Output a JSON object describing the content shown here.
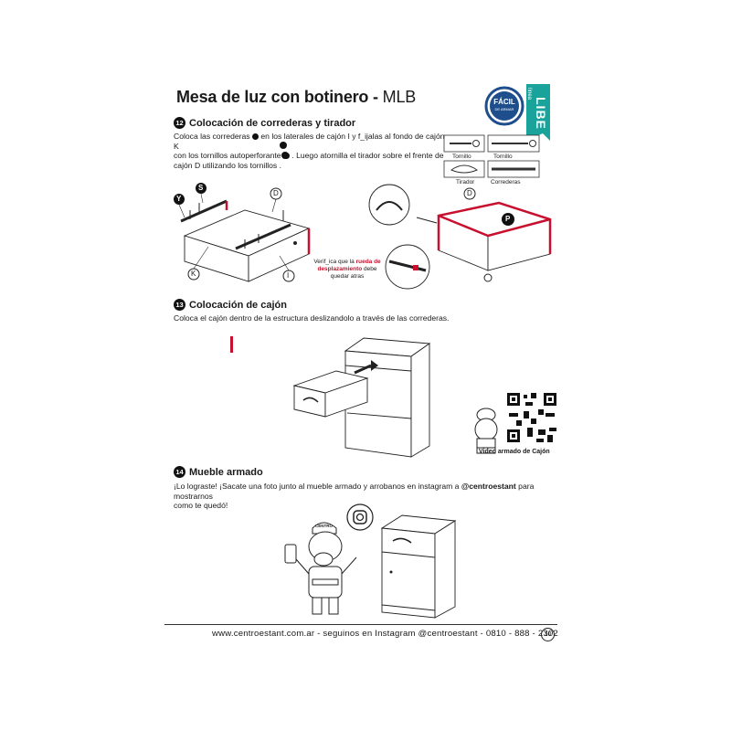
{
  "header": {
    "title": "Mesa de luz con botinero",
    "separator": "-",
    "model": "MLB"
  },
  "badge": {
    "line1": "FÁCIL",
    "line2": "DE ARMAR",
    "tab_small": "línea",
    "tab_big": "LIBE"
  },
  "step12": {
    "number": "12",
    "title": "Colocación de correderas y tirador",
    "line1": "Coloca las correderas",
    "line1b": "en los laterales de cajón",
    "line1c": "I",
    "line1d": "y f_ijalas al fondo de cajón",
    "line2": "K",
    "line3": "con los tornillos autoperforante",
    "line3b": ". Luego atornilla el tirador sobre el frente de",
    "line4": "cajón",
    "line4b": "D",
    "line4c": "utilizando los tornillos",
    "line4d": ".",
    "parts": {
      "tornillo1": "Tornillo",
      "tornillo2": "Tornillo",
      "tirador": "Tirador",
      "correderas": "Correderas"
    },
    "labels": {
      "Y": "Y",
      "S": "S",
      "D": "D",
      "K": "K",
      "I": "I",
      "P": "P",
      "D2": "D"
    },
    "note_a": "Verif_ica que la",
    "note_red": "rueda de desplazamiento",
    "note_b": "debe quedar atras"
  },
  "step13": {
    "number": "13",
    "title": "Colocación de cajón",
    "text": "Coloca el cajón dentro de la estructura deslizandolo a través de las correderas.",
    "qr_caption": "Video armado de Cajón"
  },
  "step14": {
    "number": "14",
    "title": "Mueble armado",
    "text_a": "¡Lo lograste! ¡Sacate una foto junto al mueble armado y arrobanos en instagram a",
    "handle": "@centroestant",
    "text_b": "para mostrarnos",
    "text_c": "como te quedó!",
    "cap_text": "CENTRO"
  },
  "footer": {
    "text": "www.centroestant.com.ar  -  seguinos en Instagram @centroestant  -  0810 - 888 - 2302",
    "page": "10"
  },
  "colors": {
    "accent_teal": "#1aa39a",
    "accent_red": "#c8102e",
    "badge_blue": "#1f4e8c"
  }
}
